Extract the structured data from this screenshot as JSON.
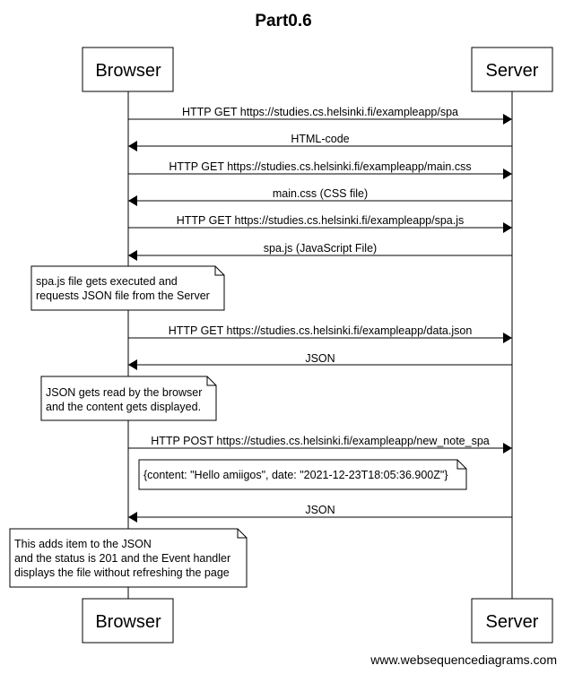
{
  "title": "Part0.6",
  "participants": {
    "browser": "Browser",
    "server": "Server"
  },
  "messages": [
    "HTTP GET https://studies.cs.helsinki.fi/exampleapp/spa",
    "HTML-code",
    "HTTP GET https://studies.cs.helsinki.fi/exampleapp/main.css",
    "main.css (CSS file)",
    "HTTP GET https://studies.cs.helsinki.fi/exampleapp/spa.js",
    "spa.js (JavaScript File)",
    "HTTP GET https://studies.cs.helsinki.fi/exampleapp/data.json",
    "JSON",
    "HTTP POST https://studies.cs.helsinki.fi/exampleapp/new_note_spa",
    "JSON"
  ],
  "notes": [
    [
      "spa.js file gets executed and",
      "requests JSON file from the Server"
    ],
    [
      "JSON gets read by the browser",
      "and the content gets displayed."
    ],
    [
      "{content: \"Hello amiigos\", date: \"2021-12-23T18:05:36.900Z\"}"
    ],
    [
      "This adds item to the JSON",
      "and the status is 201 and the Event handler",
      "displays the file without refreshing the page"
    ]
  ],
  "footer": "www.websequencediagrams.com"
}
